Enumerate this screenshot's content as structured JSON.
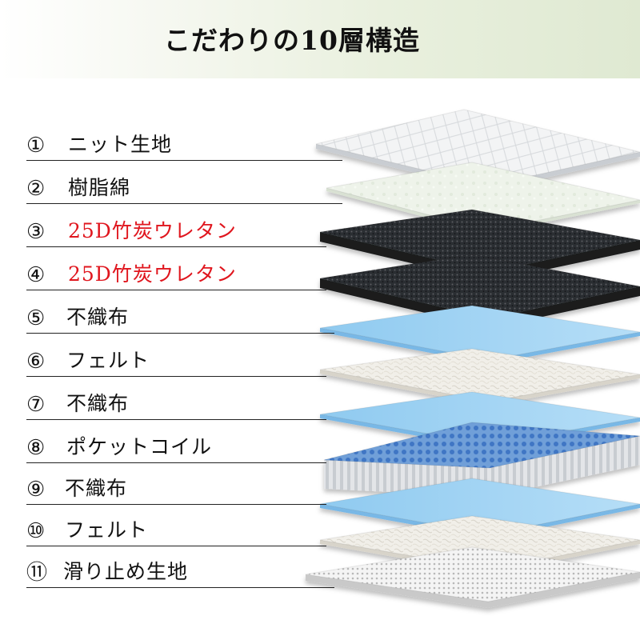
{
  "header": {
    "title": "こだわりの10層構造"
  },
  "layers": [
    {
      "num": "①",
      "label": "ニット生地",
      "color": "#111111",
      "material": "knit"
    },
    {
      "num": "②",
      "label": "樹脂綿",
      "color": "#111111",
      "material": "resin-cotton"
    },
    {
      "num": "③",
      "label": "25D竹炭ウレタン",
      "color": "#e0161e",
      "material": "charcoal-foam"
    },
    {
      "num": "④",
      "label": "25D竹炭ウレタン",
      "color": "#e0161e",
      "material": "charcoal-foam"
    },
    {
      "num": "⑤",
      "label": "不織布",
      "color": "#111111",
      "material": "non-woven"
    },
    {
      "num": "⑥",
      "label": "フェルト",
      "color": "#111111",
      "material": "felt"
    },
    {
      "num": "⑦",
      "label": "不織布",
      "color": "#111111",
      "material": "non-woven"
    },
    {
      "num": "⑧",
      "label": "ポケットコイル",
      "color": "#111111",
      "material": "pocket-coil"
    },
    {
      "num": "⑨",
      "label": "不織布",
      "color": "#111111",
      "material": "non-woven"
    },
    {
      "num": "⑩",
      "label": "フェルト",
      "color": "#111111",
      "material": "felt"
    },
    {
      "num": "⑪",
      "label": "滑り止め生地",
      "color": "#111111",
      "material": "anti-slip"
    }
  ]
}
